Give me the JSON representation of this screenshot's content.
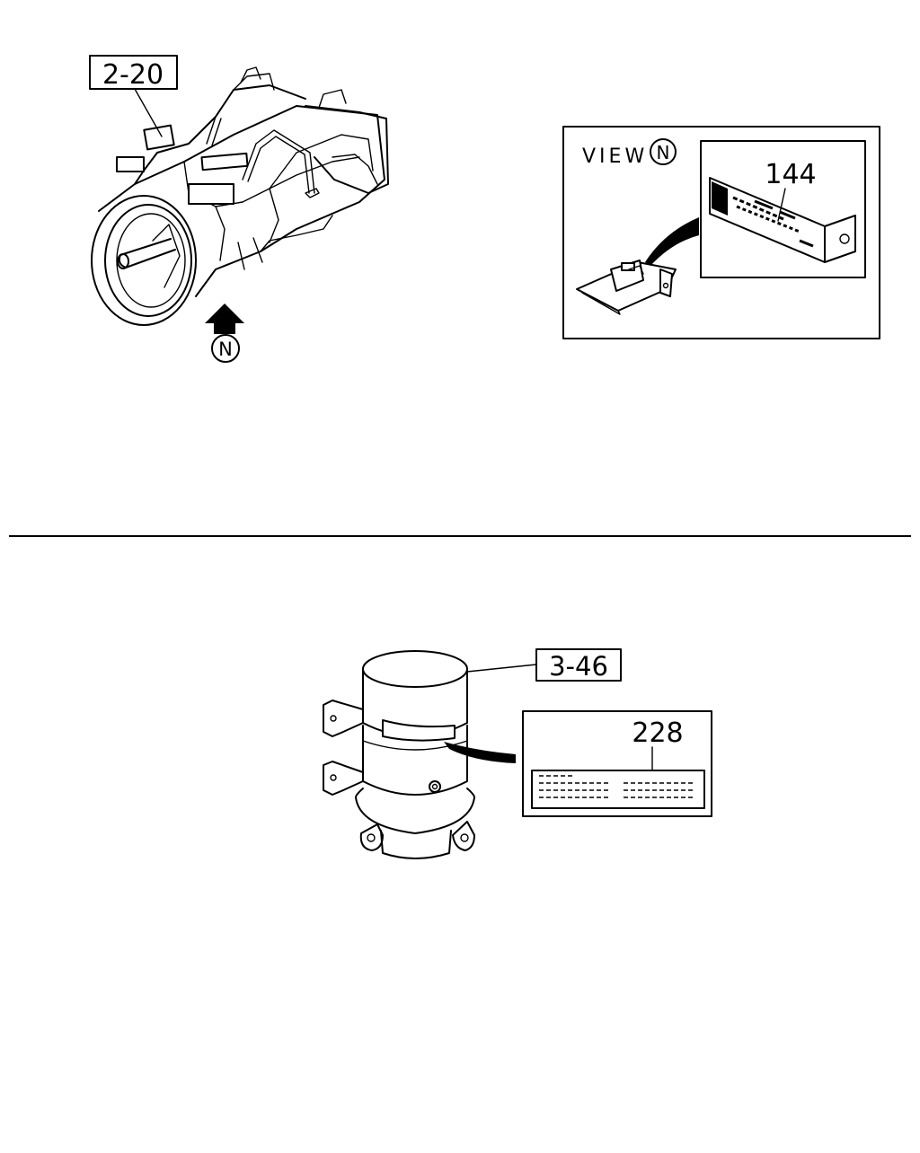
{
  "top_section": {
    "ref_label": "2-20",
    "view_marker": "N",
    "view_box": {
      "view_text": "VIEW",
      "view_marker": "N",
      "part_number": "144"
    }
  },
  "bottom_section": {
    "ref_label": "3-46",
    "part_number": "228"
  }
}
